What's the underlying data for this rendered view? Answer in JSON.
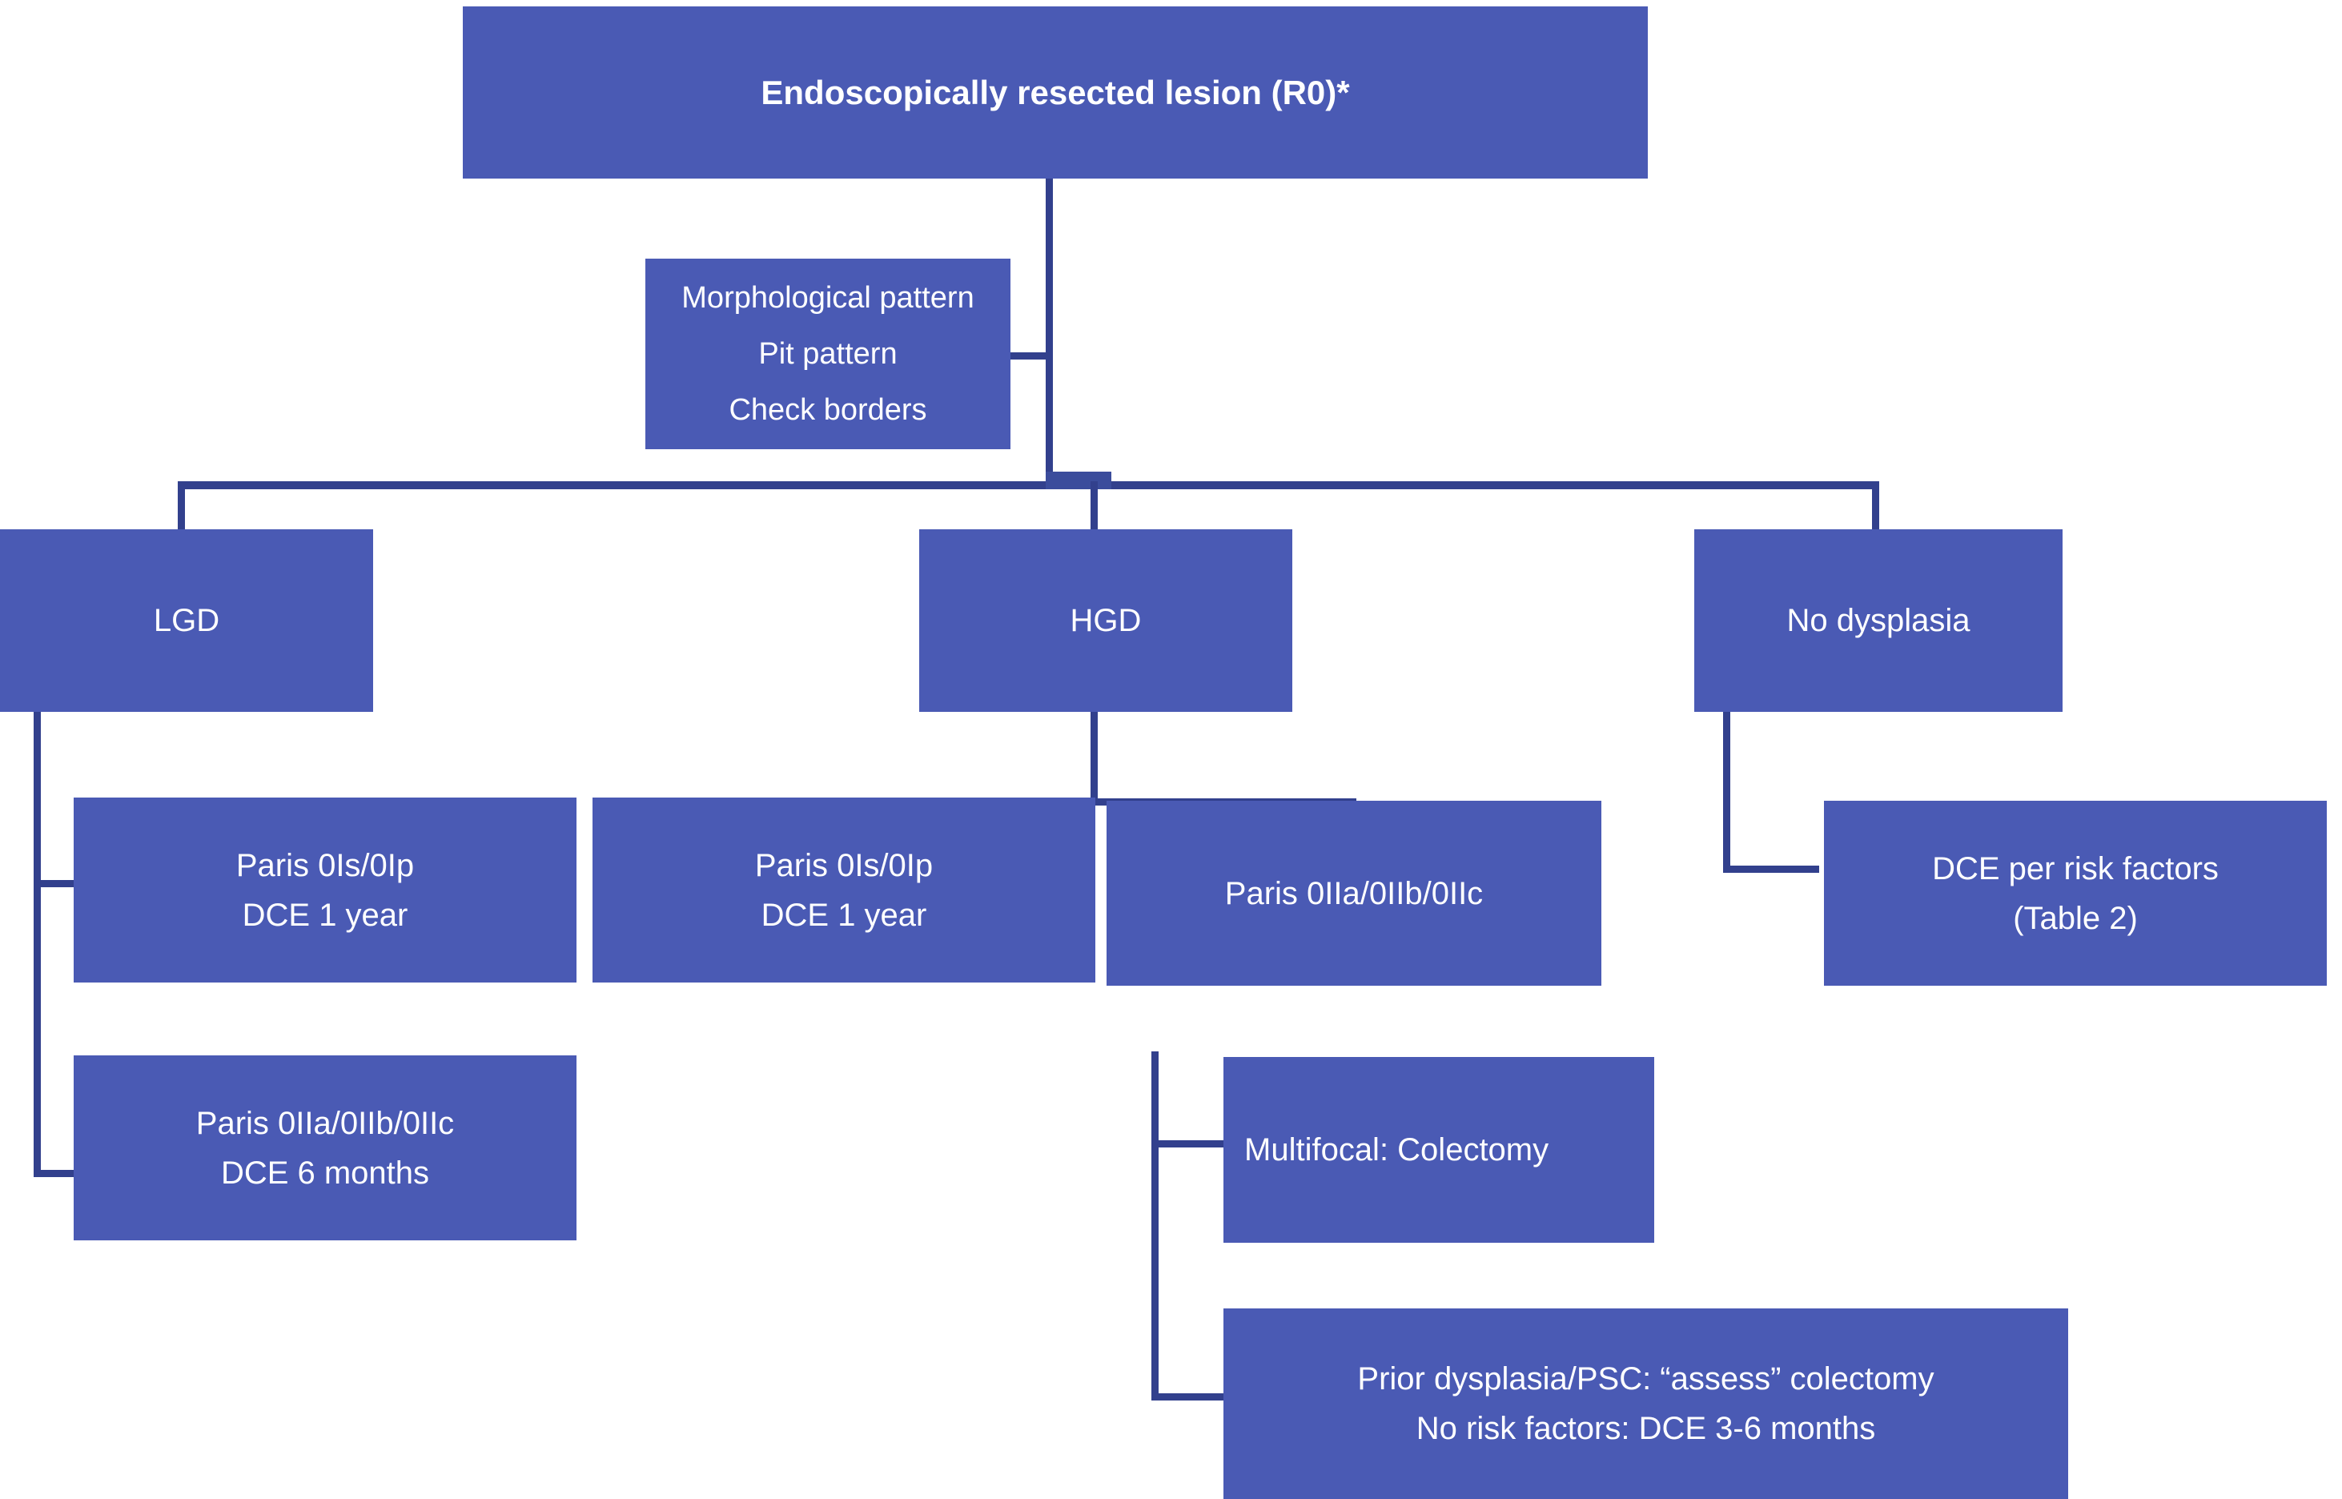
{
  "diagram": {
    "title": "Endoscopically resected lesion management flowchart",
    "colors": {
      "node_fill": "#4a5ab4",
      "node_text": "#ffffff",
      "connector": "#32408d",
      "background": "#ffffff"
    }
  },
  "nodes": {
    "root": {
      "label": "Endoscopically resected lesion (R0)*"
    },
    "assessment": {
      "line1": "Morphological pattern",
      "line2": "Pit pattern",
      "line3": "Check borders"
    },
    "lgd": {
      "label": "LGD"
    },
    "hgd": {
      "label": "HGD"
    },
    "no_dysplasia": {
      "label": "No dysplasia"
    },
    "lgd_paris_is_ip": {
      "line1": "Paris 0Is/0Ip",
      "line2": "DCE 1 year"
    },
    "lgd_paris_iia": {
      "line1": "Paris 0IIa/0IIb/0IIc",
      "line2": "DCE 6 months"
    },
    "hgd_paris_is_ip": {
      "line1": "Paris 0Is/0Ip",
      "line2": "DCE 1 year"
    },
    "hgd_paris_iia": {
      "line1": "Paris 0IIa/0IIb/0IIc"
    },
    "dce_risk_factors": {
      "line1": "DCE per risk factors",
      "line2": "(Table 2)"
    },
    "multifocal": {
      "line1": "Multifocal: Colectomy"
    },
    "prior_dysplasia": {
      "line1": "Prior dysplasia/PSC: “assess” colectomy",
      "line2": "No risk factors: DCE 3-6 months"
    }
  }
}
